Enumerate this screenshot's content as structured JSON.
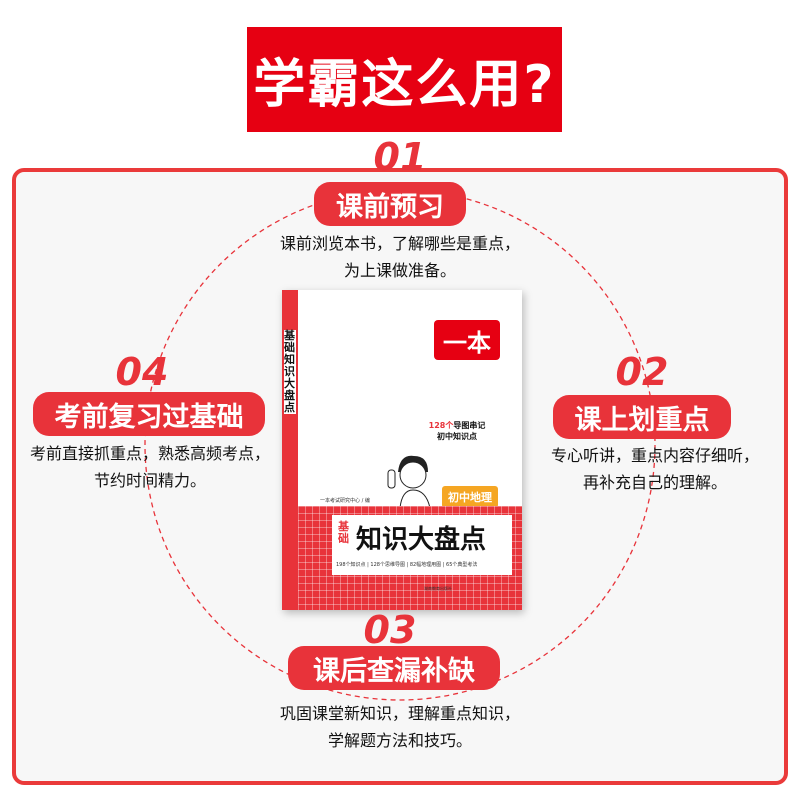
{
  "title": "学霸这么用?",
  "colors": {
    "accent": "#e8333a",
    "title_bg": "#e60012",
    "panel_bg": "#f7f7f7"
  },
  "steps": [
    {
      "num": "01",
      "label": "课前预习",
      "desc": [
        "课前浏览本书，了解哪些是重点，",
        "为上课做准备。"
      ]
    },
    {
      "num": "02",
      "label": "课上划重点",
      "desc": [
        "专心听讲，重点内容仔细听，",
        "再补充自己的理解。"
      ]
    },
    {
      "num": "03",
      "label": "课后查漏补缺",
      "desc": [
        "巩固课堂新知识，理解重点知识，",
        "学解题方法和技巧。"
      ]
    },
    {
      "num": "04",
      "label": "考前复习过基础",
      "desc": [
        "考前直接抓重点，熟悉高频考点，",
        "节约时间精力。"
      ]
    }
  ],
  "book": {
    "logo": "一本",
    "spine": "基础知识大盘点",
    "slogan_num": "128个",
    "slogan_1": "导图串记",
    "slogan_2": "初中知识点",
    "subject": "初中地理",
    "author": "一本考试研究中心 / 编",
    "title_small": "基础",
    "title_big": "知识大盘点",
    "stats": "198个知识点 | 128个思维导图 | 82幅地理用图 | 65个典型考法",
    "publisher": "湖南教育出版社"
  }
}
